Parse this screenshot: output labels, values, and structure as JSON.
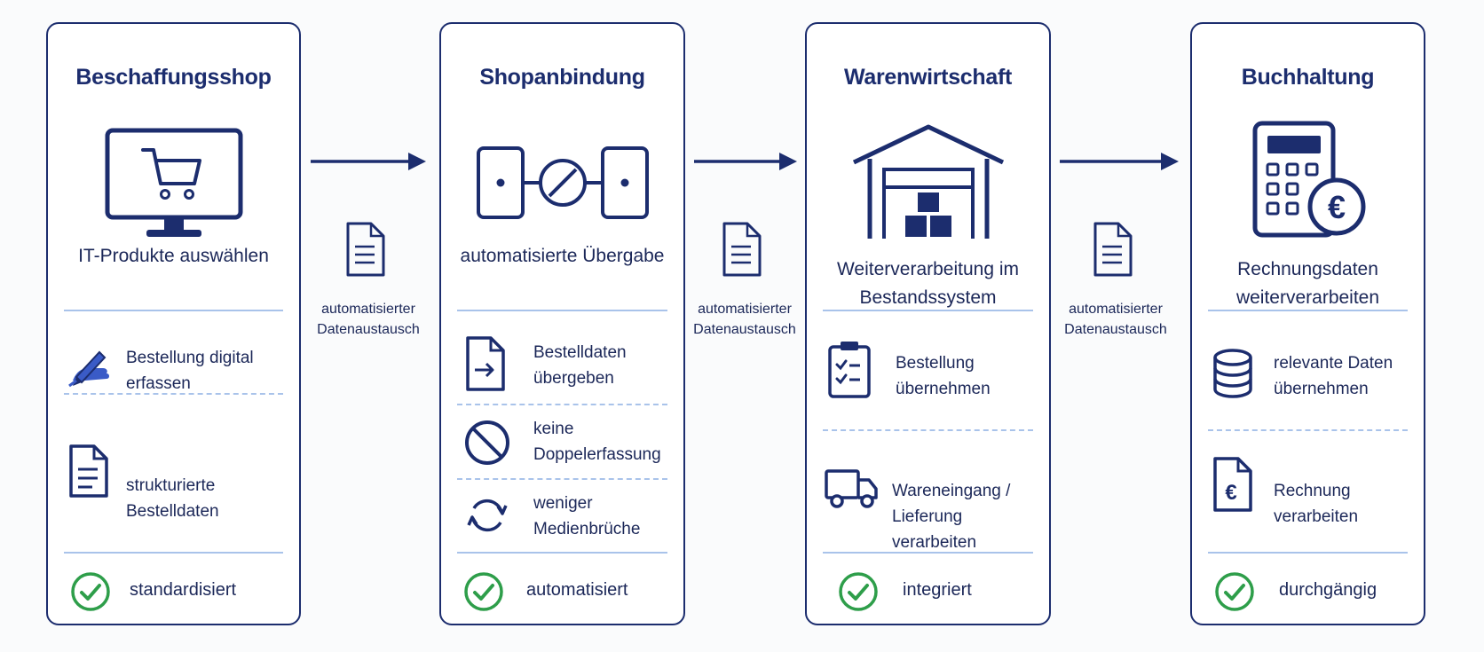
{
  "stages": [
    {
      "title": "Beschaffungsshop",
      "main_icon": "monitor-cart-icon",
      "subtitle": [
        "IT-Produkte auswählen"
      ],
      "features": [
        {
          "icon": "hand-pen-icon",
          "lines": [
            "Bestellung digital",
            "erfassen"
          ]
        },
        {
          "icon": "document-icon",
          "lines": [
            "strukturierte",
            "Bestelldaten"
          ]
        }
      ],
      "badge": "standardisiert"
    },
    {
      "title": "Shopanbindung",
      "main_icon": "connector-icon",
      "subtitle": [
        "automatisierte Übergabe"
      ],
      "features": [
        {
          "icon": "document-arrow-icon",
          "lines": [
            "Bestelldaten",
            "übergeben"
          ]
        },
        {
          "icon": "prohibited-icon",
          "lines": [
            "keine",
            "Doppelerfassung"
          ]
        },
        {
          "icon": "sync-icon",
          "lines": [
            "weniger",
            "Medienbrüche"
          ]
        }
      ],
      "badge": "automatisiert"
    },
    {
      "title": "Warenwirtschaft",
      "main_icon": "warehouse-icon",
      "subtitle": [
        "Weiterverarbeitung im",
        "Bestandssystem"
      ],
      "features": [
        {
          "icon": "clipboard-check-icon",
          "lines": [
            "Bestellung",
            "übernehmen"
          ]
        },
        {
          "icon": "truck-icon",
          "lines": [
            "Wareneingang /",
            "Lieferung verarbeiten"
          ]
        }
      ],
      "badge": "integriert"
    },
    {
      "title": "Buchhaltung",
      "main_icon": "calculator-euro-icon",
      "subtitle": [
        "Rechnungsdaten",
        "weiterverarbeiten"
      ],
      "features": [
        {
          "icon": "database-icon",
          "lines": [
            "relevante Daten",
            "übernehmen"
          ]
        },
        {
          "icon": "euro-document-icon",
          "lines": [
            "Rechnung",
            "verarbeiten"
          ]
        }
      ],
      "badge": "durchgängig"
    }
  ],
  "connectors": [
    {
      "label": [
        "automatisierter",
        "Datenaustausch"
      ]
    },
    {
      "label": [
        "automatisierter",
        "Datenaustausch"
      ]
    },
    {
      "label": [
        "automatisierter",
        "Datenaustausch"
      ]
    }
  ],
  "colors": {
    "navy": "#1c2d6e",
    "blue_accent": "#3a5bc7",
    "green_check": "#2e9e4a",
    "separator": "#a9c3ea"
  }
}
